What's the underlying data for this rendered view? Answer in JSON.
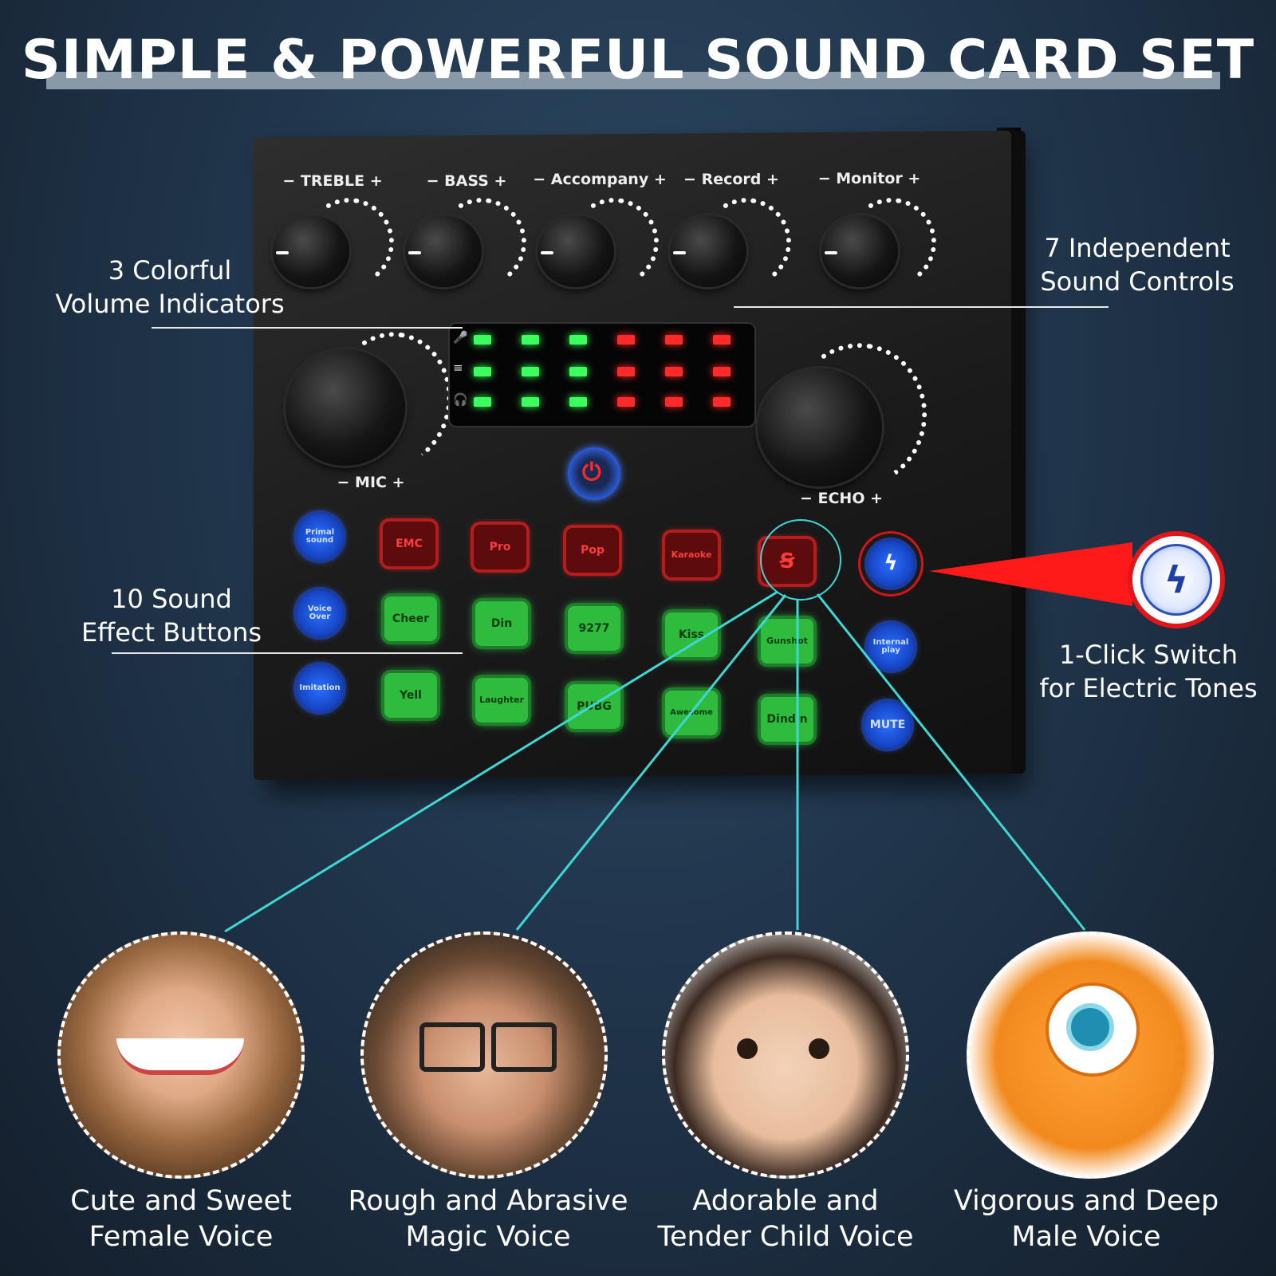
{
  "title": "SIMPLE & POWERFUL SOUND CARD SET",
  "device": {
    "knobs_top": [
      {
        "minus": "−",
        "label": "TREBLE",
        "plus": "+"
      },
      {
        "minus": "−",
        "label": "BASS",
        "plus": "+"
      },
      {
        "minus": "−",
        "label": "Accompany",
        "plus": "+"
      },
      {
        "minus": "−",
        "label": "Record",
        "plus": "+"
      },
      {
        "minus": "−",
        "label": "Monitor",
        "plus": "+"
      }
    ],
    "mic_label": "−   MIC   +",
    "echo_label": "−   ECHO   +",
    "red_buttons": [
      "EMC",
      "Pro",
      "Pop",
      "Karaoke"
    ],
    "green_row1": [
      "Cheer",
      "Din",
      "9277",
      "Kiss",
      "Gunshot"
    ],
    "green_row2": [
      "Yell",
      "Laughter",
      "PUBG",
      "Awesome",
      "Dindin"
    ],
    "left_round": [
      "Primal sound",
      "Voice Over",
      "Imitation"
    ],
    "right_round": [
      "Internal play",
      "MUTE"
    ],
    "display_icons": [
      "🎤",
      "≡",
      "🎧"
    ]
  },
  "annotations": {
    "indicators": "3 Colorful\nVolume Indicators",
    "controls": "7 Independent\nSound Controls",
    "effects": "10 Sound\nEffect Buttons",
    "electric": "1-Click Switch\nfor Electric Tones"
  },
  "voices": [
    {
      "line1": "Cute and Sweet",
      "line2": "Female Voice"
    },
    {
      "line1": "Rough and Abrasive",
      "line2": "Magic Voice"
    },
    {
      "line1": "Adorable and",
      "line2": "Tender Child Voice"
    },
    {
      "line1": "Vigorous and Deep",
      "line2": "Male Voice"
    }
  ],
  "colors": {
    "accent_line": "#3fd6d6",
    "led_green": "#3bff5c",
    "led_red": "#ff2a2a",
    "button_blue": "#2b6fff"
  }
}
